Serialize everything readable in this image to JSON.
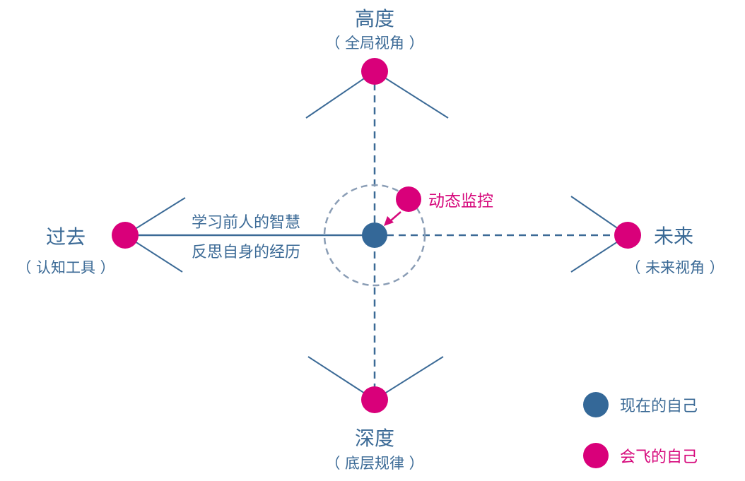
{
  "colors": {
    "present": "#346898",
    "flying": "#d9007a",
    "text_blue": "#3b6a96",
    "circle_dash": "#8a9db5"
  },
  "top": {
    "title": "高度",
    "subtitle": "（ 全局视角 ）"
  },
  "bottom": {
    "title": "深度",
    "subtitle": "（ 底层规律 ）"
  },
  "left": {
    "title": "过去",
    "subtitle": "（ 认知工具 ）"
  },
  "right": {
    "title": "未来",
    "subtitle": "（ 未来视角 ）"
  },
  "left_line": {
    "upper": "学习前人的智慧",
    "lower": "反思自身的经历"
  },
  "monitor": {
    "label": "动态监控"
  },
  "legend": {
    "present": "现在的自己",
    "flying": "会飞的自己"
  }
}
